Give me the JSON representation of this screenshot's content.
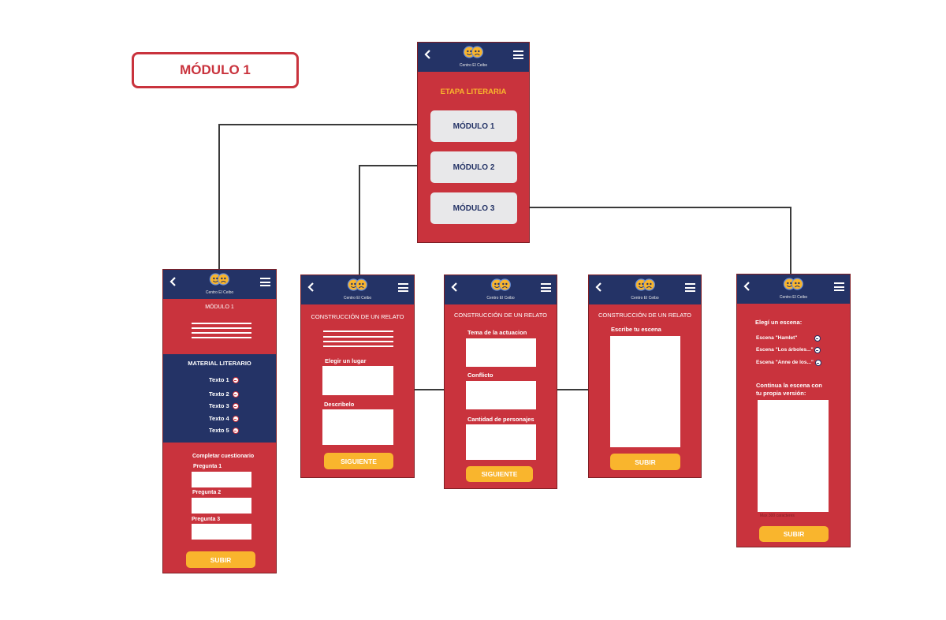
{
  "title": "MÓDULO 1",
  "brand": "Centro El Ceibo",
  "main_screen": {
    "heading": "ETAPA LITERARIA",
    "modules": [
      "MÓDULO 1",
      "MÓDULO 2",
      "MÓDULO 3"
    ]
  },
  "module1_screen": {
    "title": "MÓDULO 1",
    "material_heading": "MATERIAL LITERARIO",
    "texts": [
      "Texto 1",
      "Texto 2",
      "Texto 3",
      "Texto 4",
      "Texto 5"
    ],
    "quiz_heading": "Completar cuestionario",
    "questions": [
      "Pregunta 1",
      "Pregunta 2",
      "Pregunta 3"
    ],
    "submit": "SUBIR"
  },
  "story_screen_1": {
    "title": "CONSTRUCCIÓN DE UN RELATO",
    "field1": "Elegir un lugar",
    "field2": "Describelo",
    "next": "SIGUIENTE"
  },
  "story_screen_2": {
    "title": "CONSTRUCCIÓN DE UN RELATO",
    "field1": "Tema de la actuacion",
    "field2": "Conflicto",
    "field3": "Cantidad de personajes",
    "next": "SIGUIENTE"
  },
  "story_screen_3": {
    "title": "CONSTRUCCIÓN DE UN RELATO",
    "field1": "Escribe tu escena",
    "submit": "SUBIR"
  },
  "scene_screen": {
    "heading": "Elegí un escena:",
    "scenes": [
      "Escena \"Hamlet\"",
      "Escena \"Los árboles...\"",
      "Escena \"Anne de los...\""
    ],
    "continue_line1": "Continua la escena con",
    "continue_line2": "tu propia versión:",
    "char_limit": "Max 300 caracteres",
    "submit": "SUBIR"
  },
  "colors": {
    "red": "#c9333d",
    "navy": "#243366",
    "yellow": "#f9b52d",
    "light_gray": "#e8e8ea"
  }
}
